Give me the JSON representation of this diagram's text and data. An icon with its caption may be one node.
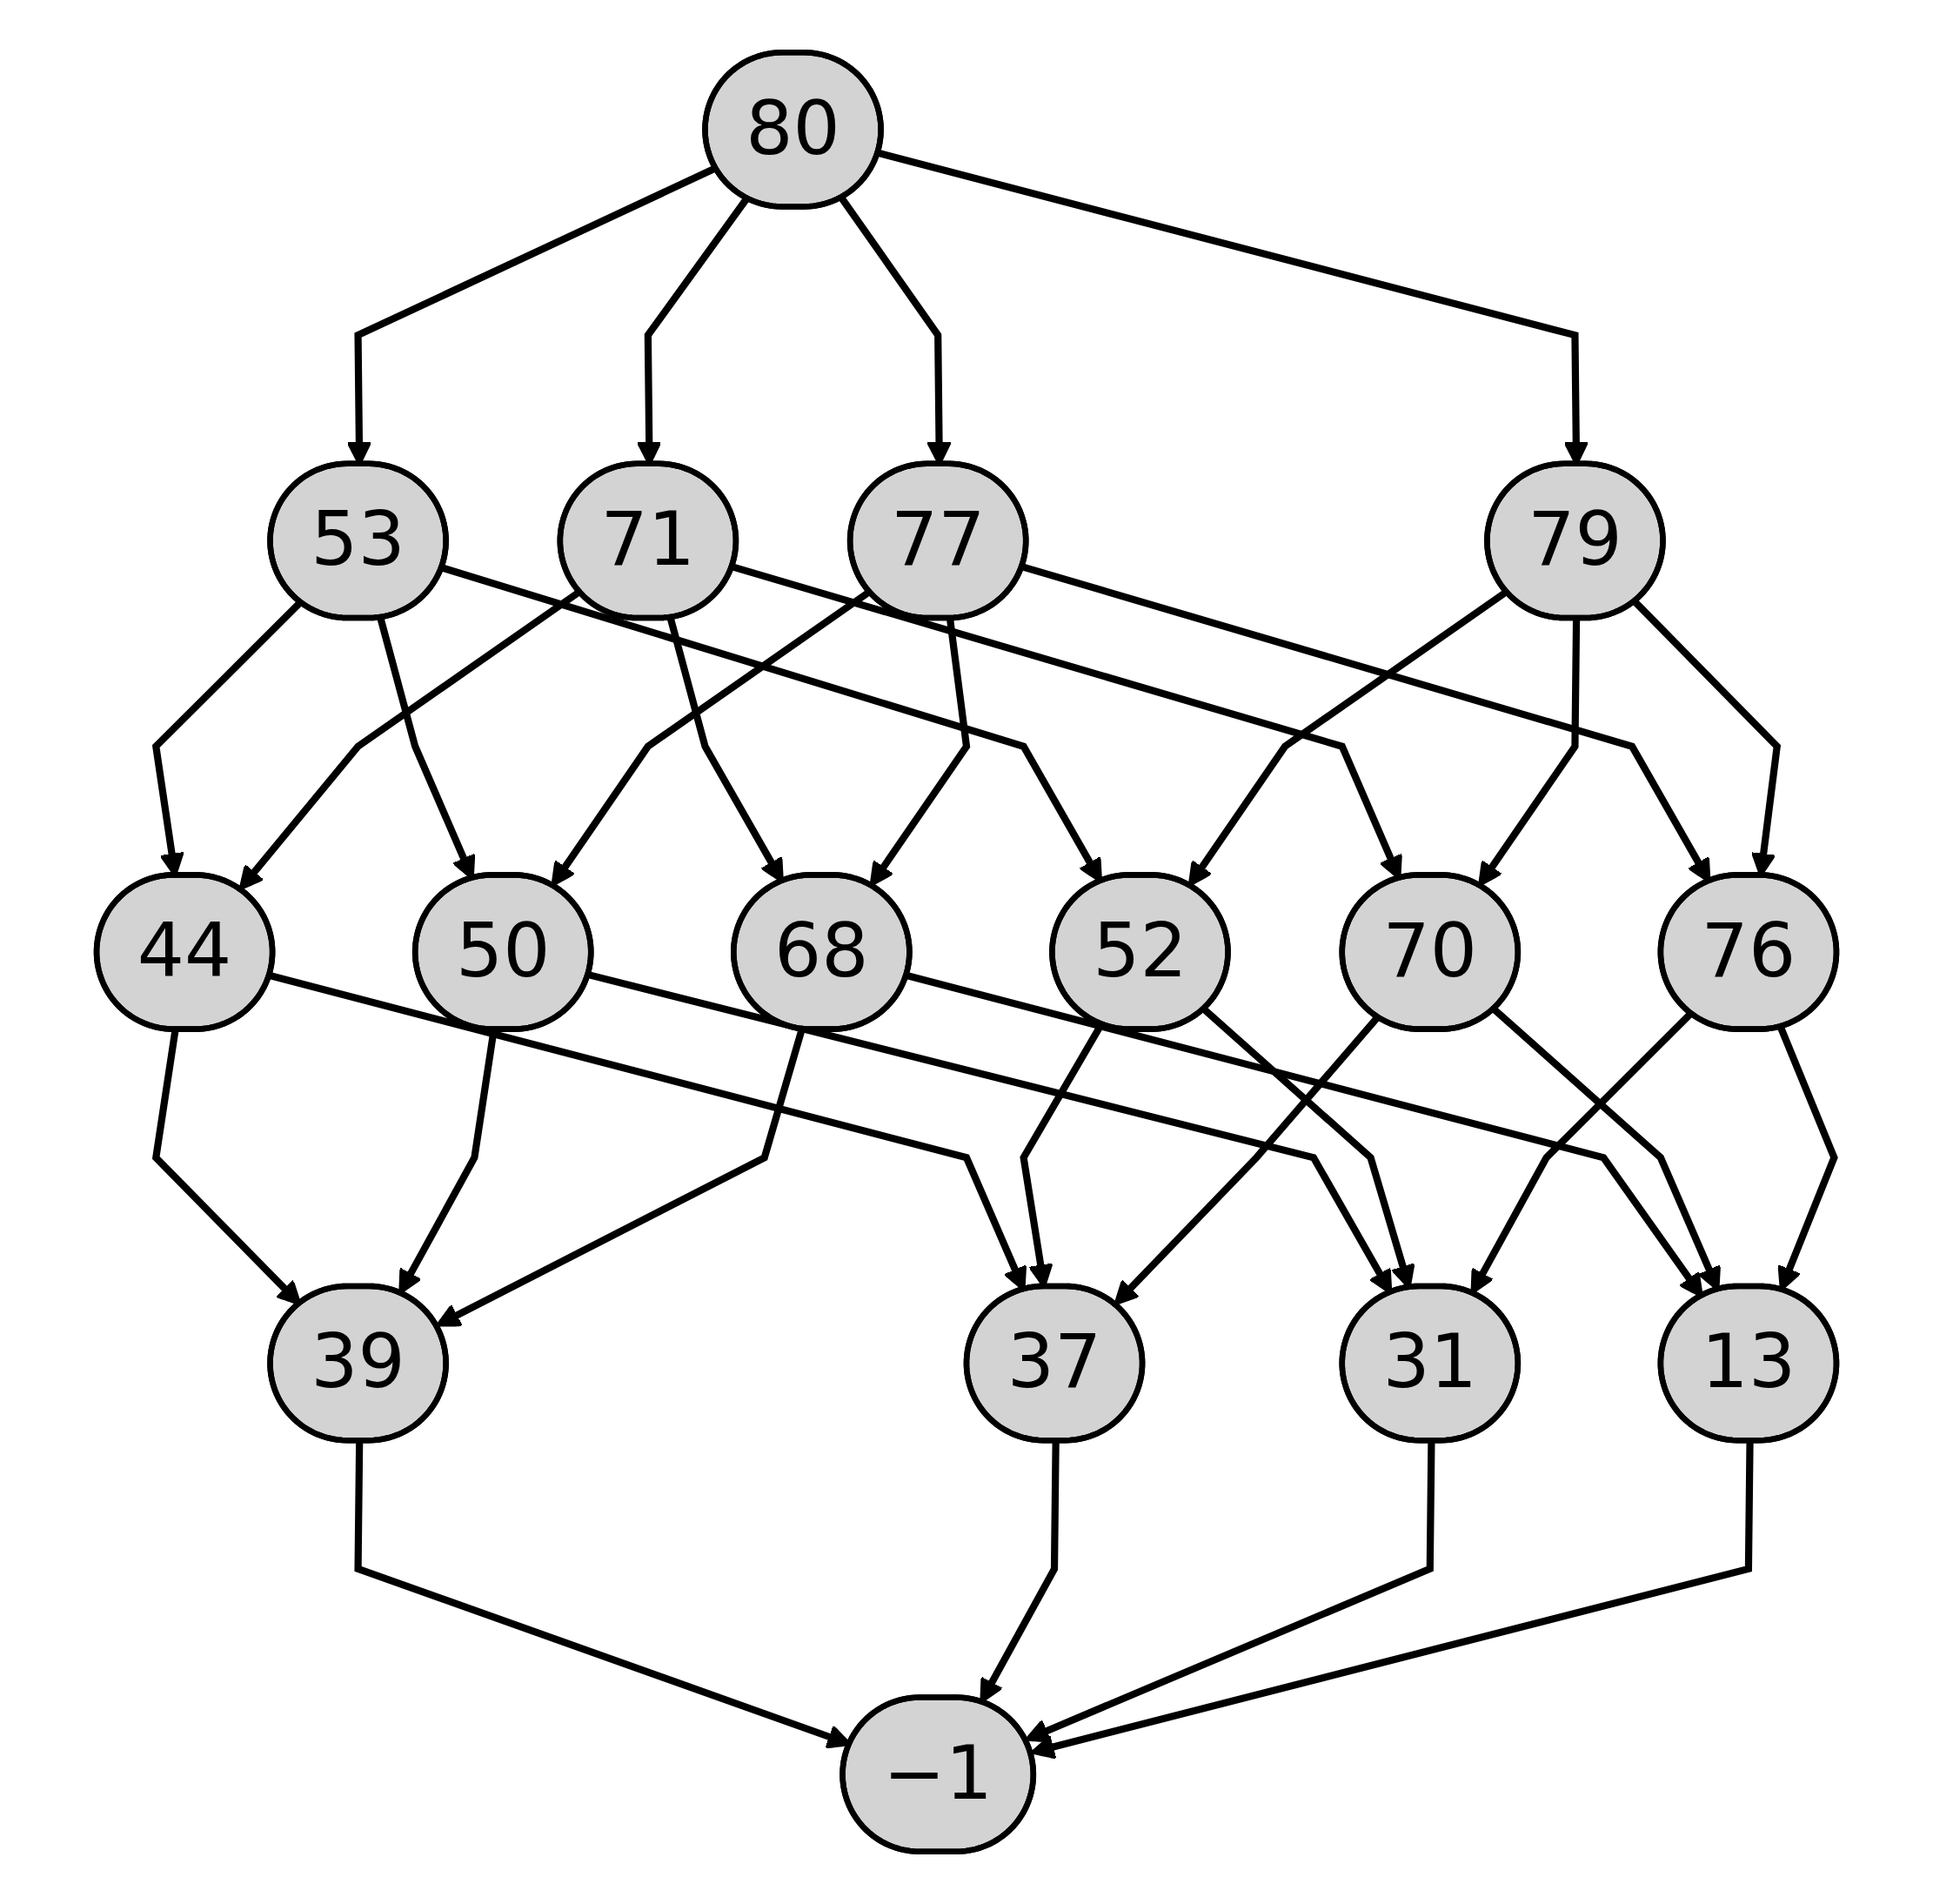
{
  "diagram": {
    "nodes": [
      {
        "text": [
          "80"
        ]
      },
      {
        "text": [
          "53"
        ]
      },
      {
        "text": [
          "71"
        ]
      },
      {
        "text": [
          "77"
        ]
      },
      {
        "text": [
          "79"
        ]
      },
      {
        "text": [
          "44"
        ]
      },
      {
        "text": [
          "50"
        ]
      },
      {
        "text": [
          "68"
        ]
      },
      {
        "text": [
          "52"
        ]
      },
      {
        "text": [
          "70"
        ]
      },
      {
        "text": [
          "76"
        ]
      },
      {
        "text": [
          "39"
        ]
      },
      {
        "text": [
          "37"
        ]
      },
      {
        "text": [
          "31"
        ]
      },
      {
        "text": [
          "13"
        ]
      },
      {
        "text": [
          "−1"
        ]
      }
    ],
    "edges": [
      {
        "from": 0,
        "to": 1,
        "arrow": "to"
      },
      {
        "from": 0,
        "to": 2,
        "arrow": "to"
      },
      {
        "from": 0,
        "to": 3,
        "arrow": "to"
      },
      {
        "from": 0,
        "to": 4,
        "arrow": "to"
      },
      {
        "from": 1,
        "to": 5,
        "arrow": "to"
      },
      {
        "from": 1,
        "to": 6,
        "arrow": "to"
      },
      {
        "from": 1,
        "to": 8,
        "arrow": "to"
      },
      {
        "from": 2,
        "to": 5,
        "arrow": "to"
      },
      {
        "from": 2,
        "to": 7,
        "arrow": "to"
      },
      {
        "from": 2,
        "to": 9,
        "arrow": "to"
      },
      {
        "from": 3,
        "to": 6,
        "arrow": "to"
      },
      {
        "from": 3,
        "to": 7,
        "arrow": "to"
      },
      {
        "from": 3,
        "to": 10,
        "arrow": "to"
      },
      {
        "from": 4,
        "to": 8,
        "arrow": "to"
      },
      {
        "from": 4,
        "to": 9,
        "arrow": "to"
      },
      {
        "from": 4,
        "to": 10,
        "arrow": "to"
      },
      {
        "from": 5,
        "to": 11,
        "arrow": "to"
      },
      {
        "from": 5,
        "to": 12,
        "arrow": "to"
      },
      {
        "from": 6,
        "to": 11,
        "arrow": "to"
      },
      {
        "from": 6,
        "to": 13,
        "arrow": "to"
      },
      {
        "from": 7,
        "to": 11,
        "arrow": "to"
      },
      {
        "from": 7,
        "to": 14,
        "arrow": "to"
      },
      {
        "from": 8,
        "to": 12,
        "arrow": "to"
      },
      {
        "from": 8,
        "to": 13,
        "arrow": "to"
      },
      {
        "from": 9,
        "to": 12,
        "arrow": "to"
      },
      {
        "from": 9,
        "to": 14,
        "arrow": "to"
      },
      {
        "from": 10,
        "to": 13,
        "arrow": "to"
      },
      {
        "from": 10,
        "to": 14,
        "arrow": "to"
      },
      {
        "from": 11,
        "to": 15,
        "arrow": "to"
      },
      {
        "from": 12,
        "to": 15,
        "arrow": "to"
      },
      {
        "from": 13,
        "to": 15,
        "arrow": "to"
      },
      {
        "from": 14,
        "to": 15,
        "arrow": "to"
      }
    ]
  }
}
